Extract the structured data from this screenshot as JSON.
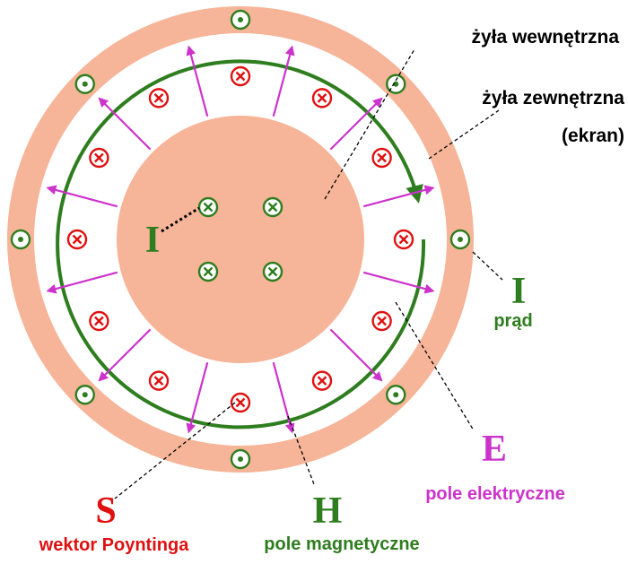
{
  "labels": {
    "inner_conductor": "żyła wewnętrzna",
    "outer_conductor_line1": "żyła zewnętrzna",
    "outer_conductor_line2": "(ekran)",
    "current_symbol_inner": "I",
    "current_symbol_outer": "I",
    "current_text": "prąd",
    "electric_symbol": "E",
    "electric_text": "pole elektryczne",
    "magnetic_symbol": "H",
    "magnetic_text": "pole magnetyczne",
    "poynting_symbol": "S",
    "poynting_text": "wektor Poyntinga"
  },
  "colors": {
    "conductor_fill": "#f6b498",
    "magnetic_field": "#2e7d1e",
    "electric_field": "#cc33cc",
    "poynting": "#e01010",
    "current_text": "#2e7d1e",
    "electric_text": "#cc33cc",
    "poynting_text": "#e01010",
    "annotation_text": "#000000"
  },
  "symbols": {
    "dot_icon": "current-out-of-page-icon",
    "cross_icon": "into-page-icon",
    "inner_conductor_crosses": 4,
    "outer_conductor_dots": 8,
    "dielectric_crosses": 12,
    "electric_arrows": 12
  }
}
